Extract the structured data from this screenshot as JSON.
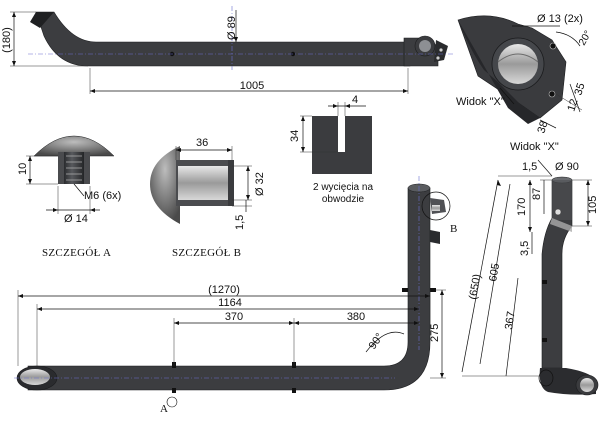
{
  "top_view": {
    "dim_height": "(180)",
    "dim_diameter": "89",
    "dim_length": "1005"
  },
  "view_x_top": {
    "dim_holes": "13",
    "dim_holes_count": "(2x)",
    "dim_angle": "20°",
    "dim_35": "35",
    "dim_12": "12",
    "dim_38": "38",
    "label": "Widok \"X\""
  },
  "detail_a": {
    "dim_10": "10",
    "thread": "M6",
    "thread_count": "(6x)",
    "dim_14": "14",
    "caption": "SZCZEGÓŁ A"
  },
  "detail_b": {
    "dim_36": "36",
    "dim_32": "32",
    "dim_15": "1,5",
    "caption": "SZCZEGÓŁ B"
  },
  "cutout": {
    "dim_width": "4",
    "dim_depth": "34",
    "note_line1": "2 wycięcia na",
    "note_line2": "obwodzie"
  },
  "main_view": {
    "dim_1270": "(1270)",
    "dim_1164": "1164",
    "dim_370": "370",
    "dim_380": "380",
    "dim_275": "275",
    "dim_angle": "90°",
    "dim_650": "(650)",
    "dim_605": "605",
    "dim_367": "367",
    "label_a": "A",
    "label_b": "B"
  },
  "side_view": {
    "label": "Widok \"X\"",
    "dim_15": "1,5",
    "dim_dia": "90",
    "dim_87": "87",
    "dim_170": "170",
    "dim_105": "105",
    "dim_35": "3,5"
  }
}
